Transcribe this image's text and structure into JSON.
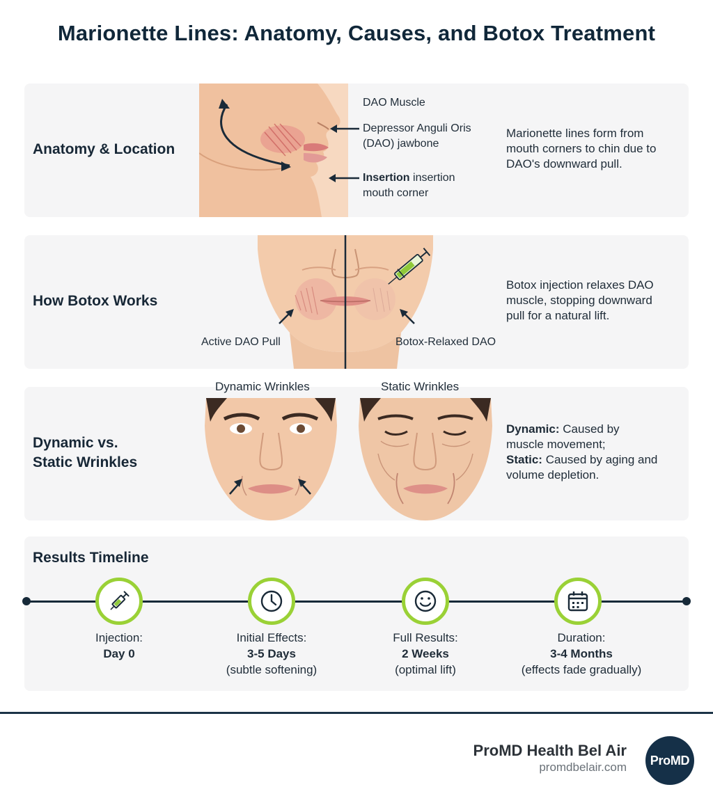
{
  "title": "Marionette Lines: Anatomy, Causes, and Botox Treatment",
  "anatomy": {
    "heading": "Anatomy & Location",
    "label_dao": "DAO Muscle",
    "label_depressor_1": "Depressor Anguli Oris",
    "label_depressor_2": "(DAO) jawbone",
    "label_insertion_bold": "Insertion",
    "label_insertion_rest": " insertion",
    "label_insertion_2": "mouth corner",
    "description_1": "Marionette lines form from",
    "description_2": "mouth corners to chin due to",
    "description_3": "DAO's downward pull."
  },
  "botox": {
    "heading": "How Botox Works",
    "label_active": "Active DAO Pull",
    "label_relaxed": "Botox-Relaxed DAO",
    "description_1": "Botox injection relaxes DAO",
    "description_2": "muscle, stopping downward",
    "description_3": "pull for a natural lift."
  },
  "wrinkles": {
    "heading_1": "Dynamic vs.",
    "heading_2": "Static Wrinkles",
    "caption_dynamic": "Dynamic Wrinkles",
    "caption_static": "Static Wrinkles",
    "dynamic_bold": "Dynamic:",
    "dynamic_text_1": " Caused by",
    "dynamic_text_2": "muscle movement;",
    "static_bold": "Static:",
    "static_text_1": " Caused by aging and",
    "static_text_2": "volume depletion."
  },
  "timeline": {
    "heading": "Results Timeline",
    "accent_color": "#9ad136",
    "steps": [
      {
        "icon": "syringe-icon",
        "line1": "Injection:",
        "line2": "Day 0",
        "line3": ""
      },
      {
        "icon": "clock-icon",
        "line1": "Initial Effects:",
        "line2": "3-5 Days",
        "line3": "(subtle softening)"
      },
      {
        "icon": "smiley-icon",
        "line1": "Full Results:",
        "line2": "2 Weeks",
        "line3": "(optimal lift)"
      },
      {
        "icon": "calendar-icon",
        "line1": "Duration:",
        "line2": "3-4 Months",
        "line3": "(effects fade gradually)"
      }
    ]
  },
  "footer": {
    "brand_name": "ProMD Health Bel Air",
    "brand_url": "promdbelair.com",
    "logo_text": "ProMD"
  }
}
